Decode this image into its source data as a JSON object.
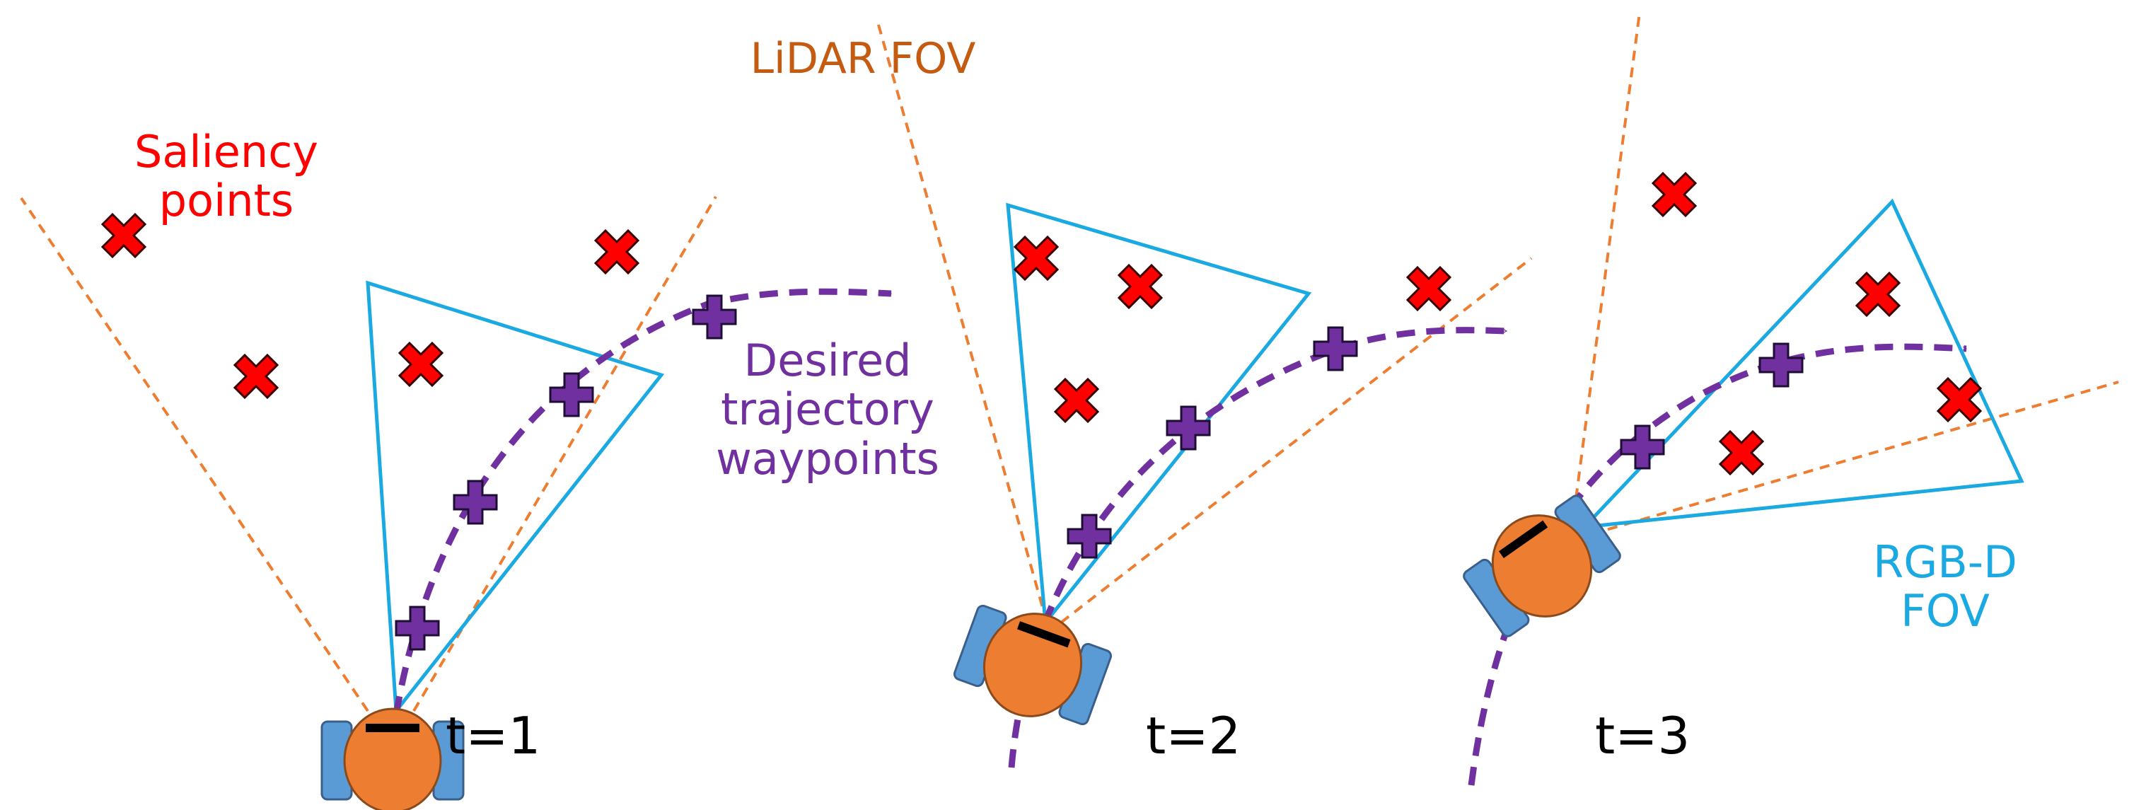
{
  "labels": {
    "lidar_fov": "LiDAR FOV",
    "saliency_points": "Saliency\npoints",
    "desired_trajectory": "Desired\ntrajectory\nwaypoints",
    "rgbd_fov": "RGB-D\nFOV",
    "t1": "t=1",
    "t2": "t=2",
    "t3": "t=3"
  },
  "colors": {
    "lidar": "#ED7D31",
    "rgbd": "#1BA9E2",
    "saliency": "#FF0000",
    "trajectory": "#7030A0",
    "robot_body": "#ED7D31",
    "robot_wheel": "#5B9BD5",
    "text_dark": "#000000"
  }
}
